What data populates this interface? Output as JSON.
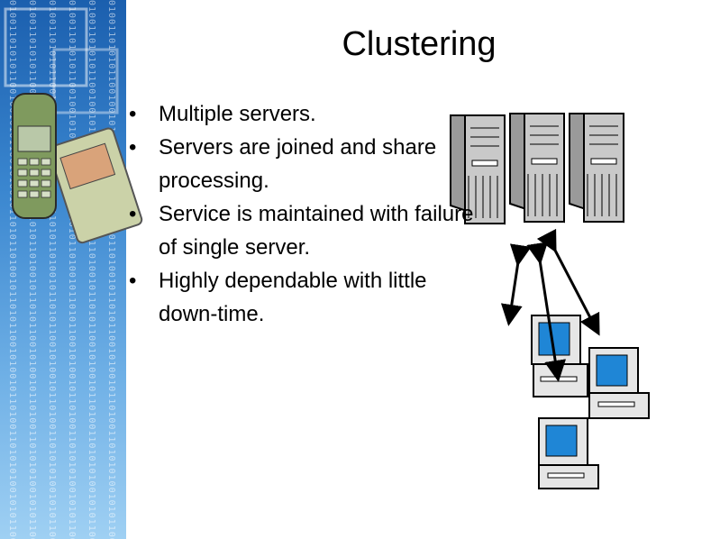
{
  "slide": {
    "title": "Clustering",
    "bullets": [
      "Multiple servers.",
      "Servers are joined and share processing.",
      "Service is maintained with failure of single server.",
      "Highly dependable with little down-time."
    ]
  },
  "sidebar": {
    "binary_text": "0100110101011001001010110010100101101011010010110101100101001011010011010101001010110011"
  },
  "colors": {
    "sidebar_blue": "#3a86cf",
    "server_gray": "#b8b8b8",
    "screen_blue": "#1f86d6"
  }
}
